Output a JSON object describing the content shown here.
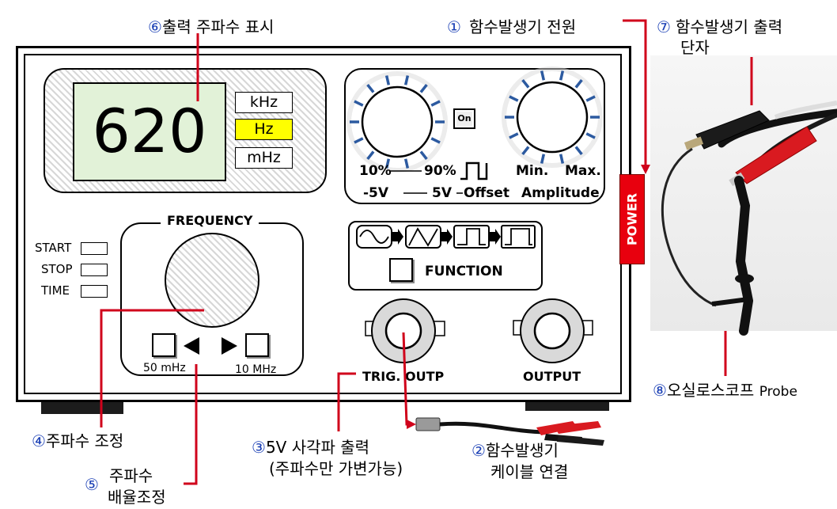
{
  "display": {
    "value": "620",
    "units": [
      "kHz",
      "Hz",
      "mHz"
    ],
    "selected_unit": "Hz"
  },
  "frequency": {
    "title": "FREQUENCY",
    "min_label": "50 mHz",
    "max_label": "10 MHz"
  },
  "timer": {
    "labels": [
      "START",
      "STOP",
      "TIME"
    ]
  },
  "knobs": {
    "on_label": "On",
    "duty_low": "10%",
    "duty_high": "90%",
    "offset_low": "-5V",
    "offset_high": "5V",
    "offset_label": "Offset",
    "amp_min": "Min.",
    "amp_max": "Max.",
    "amp_label": "Amplitude"
  },
  "function": {
    "label": "FUNCTION"
  },
  "outputs": {
    "trig_label": "TRIG. OUTP",
    "output_label": "OUTPUT"
  },
  "power": {
    "label": "POWER"
  },
  "colors": {
    "leader": "#d0021b",
    "unit_selected": "#ffff00",
    "display_bg": "#e2f2d8",
    "power_bg": "#e8000e",
    "tick": "#2c5aa0"
  },
  "annotations": {
    "a1": {
      "num": "①",
      "text": "함수발생기 전원"
    },
    "a2": {
      "num": "②",
      "line1": "함수발생기",
      "line2": "케이블 연결"
    },
    "a3": {
      "num": "③",
      "line1": "5V 사각파 출력",
      "line2": "(주파수만 가변가능)"
    },
    "a4": {
      "num": "④",
      "text": "주파수 조정"
    },
    "a5": {
      "num": "⑤",
      "line1": "주파수",
      "line2": "배율조정"
    },
    "a6": {
      "num": "⑥",
      "text": "출력 주파수 표시"
    },
    "a7": {
      "num": "⑦",
      "line1": "함수발생기 출력",
      "line2": "단자"
    },
    "a8": {
      "num": "⑧",
      "text": "오실로스코프",
      "suffix": "Probe"
    }
  }
}
